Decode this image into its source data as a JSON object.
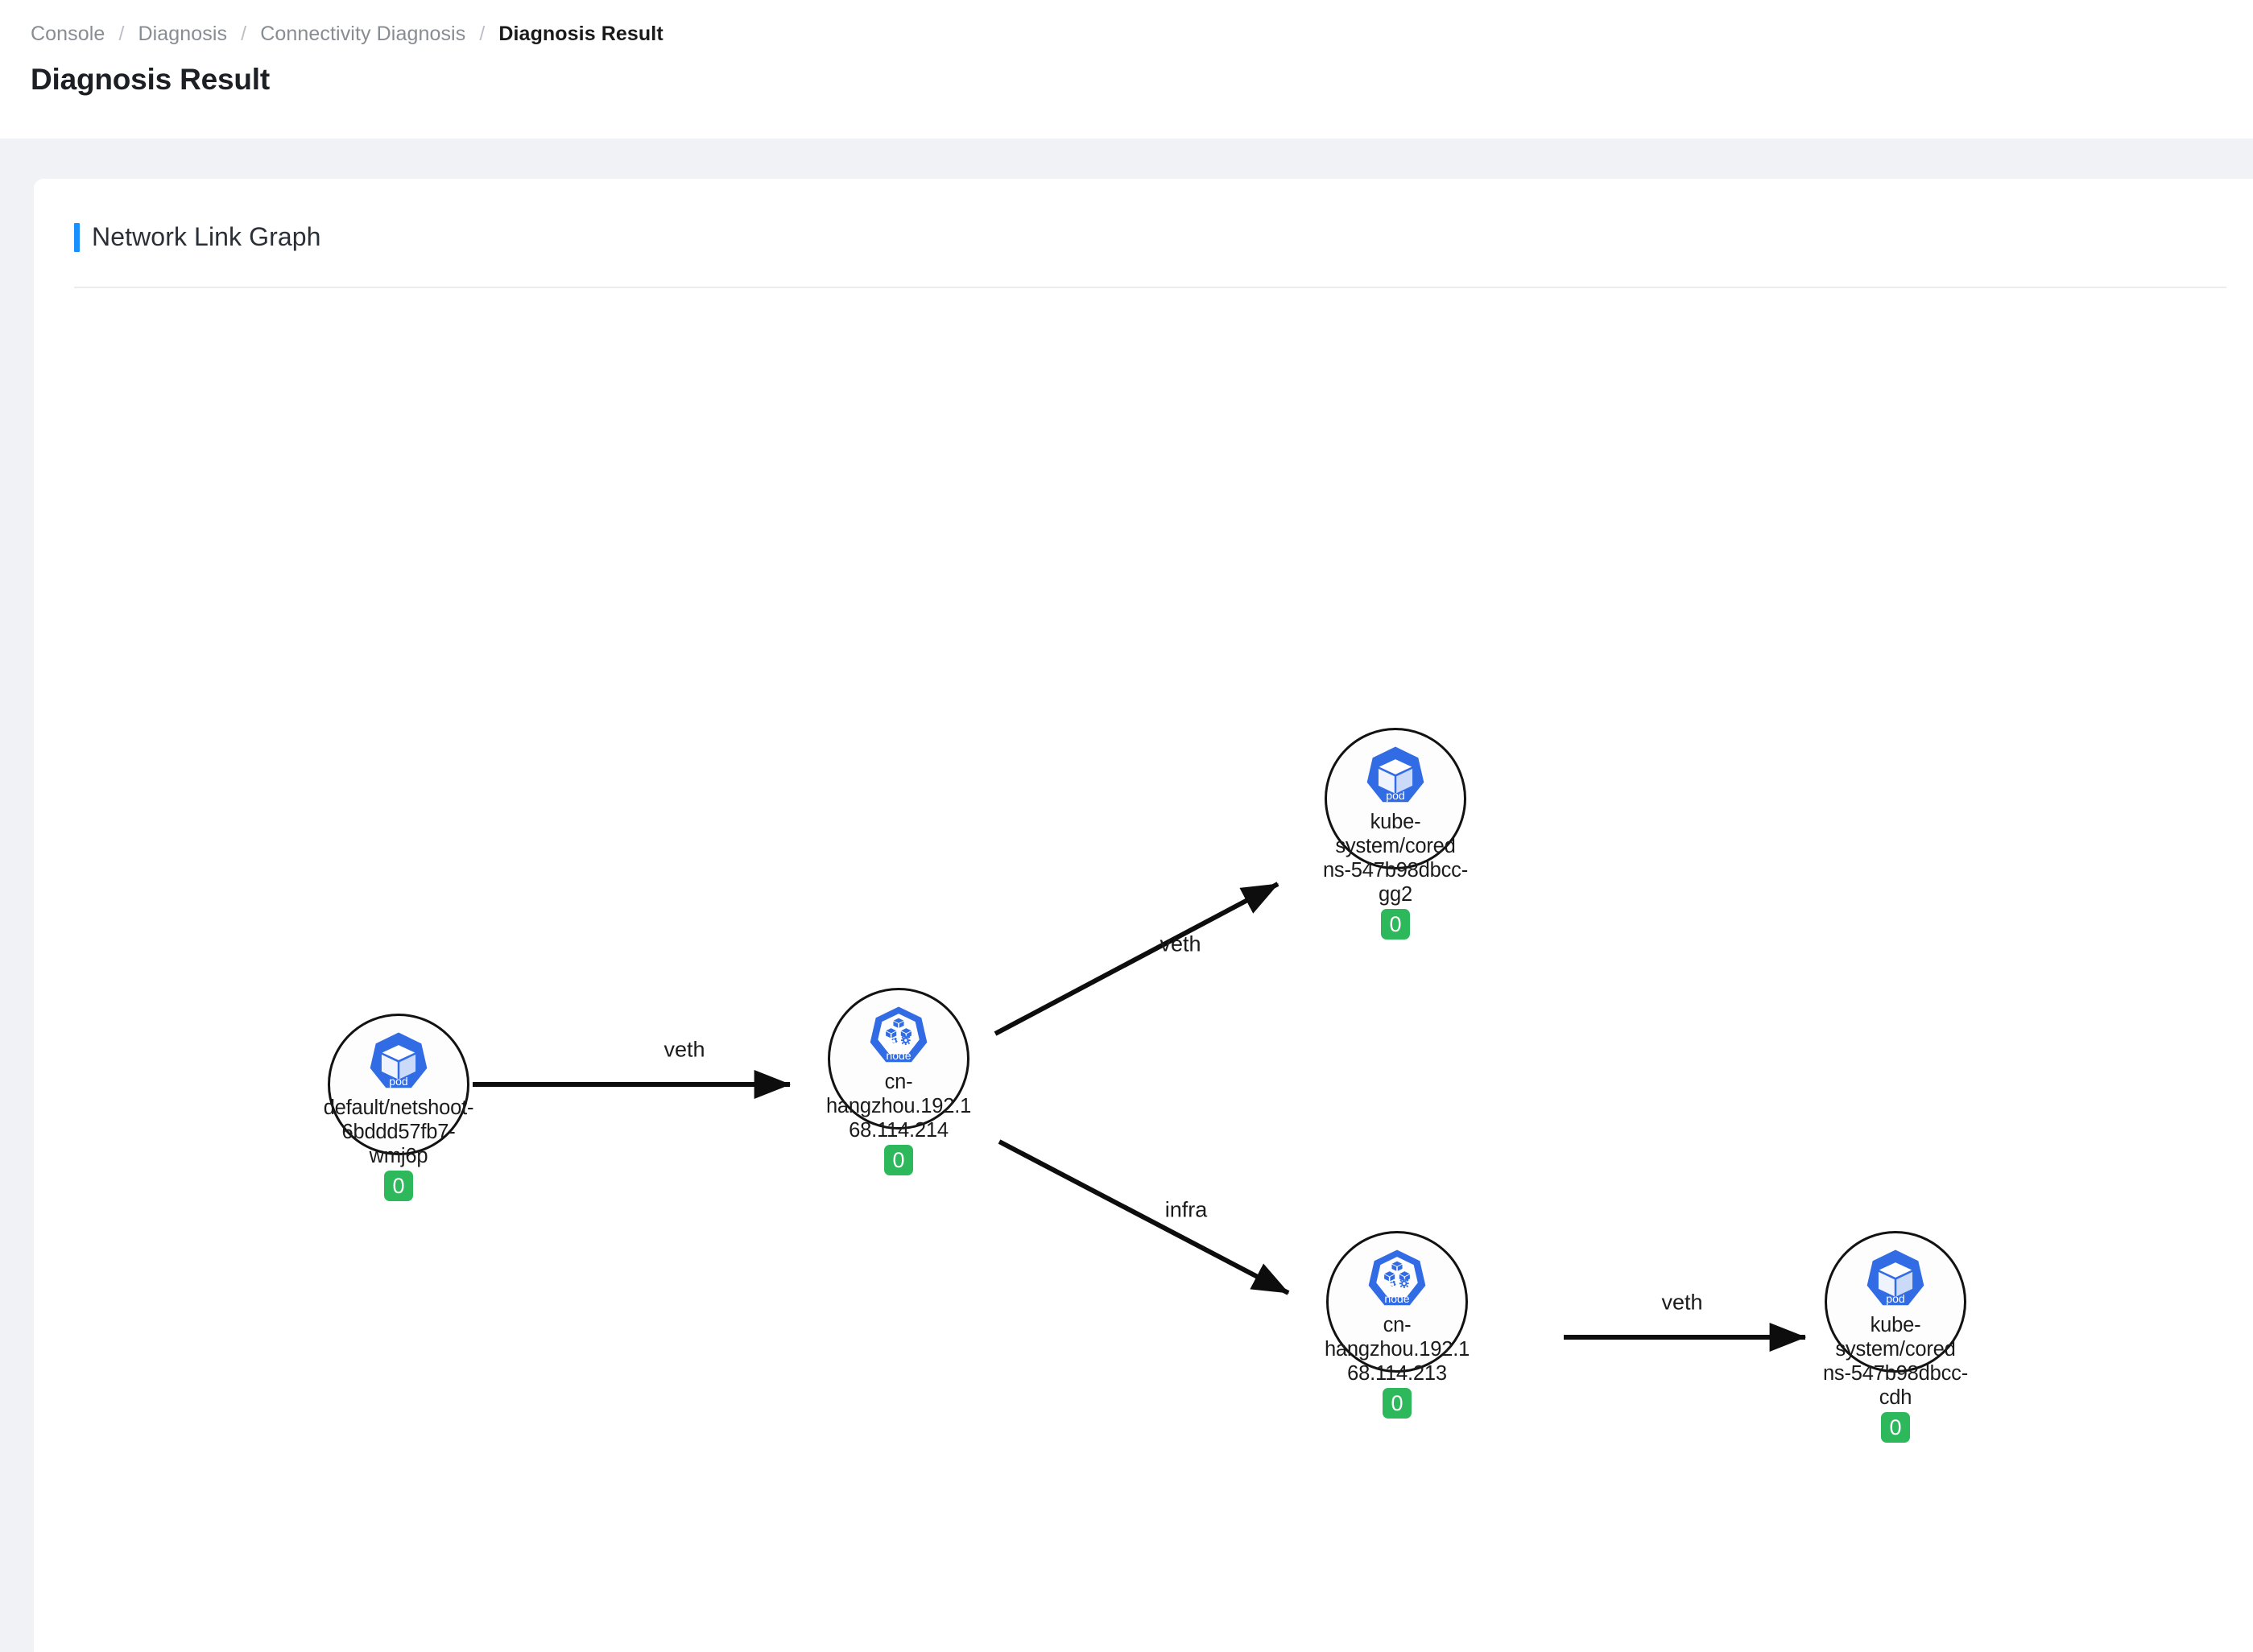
{
  "header": {
    "breadcrumb": [
      {
        "label": "Console",
        "current": false
      },
      {
        "label": "Diagnosis",
        "current": false
      },
      {
        "label": "Connectivity Diagnosis",
        "current": false
      },
      {
        "label": "Diagnosis Result",
        "current": true
      }
    ],
    "separator": "/",
    "title": "Diagnosis Result"
  },
  "card": {
    "section_title": "Network Link Graph",
    "accent_color": "#1890ff"
  },
  "graph": {
    "badge_color": "#2eb85c",
    "k8s_blue": "#326ce5",
    "nodes": [
      {
        "id": "pod-netshoot",
        "icon": "k8s-pod-icon",
        "icon_caption": "pod",
        "label": "default/netshoot-\n6bddd57fb7-wmj6p",
        "badge": "0"
      },
      {
        "id": "node-214",
        "icon": "k8s-node-icon",
        "icon_caption": "node",
        "label": "cn-hangzhou.192.1\n68.114.214",
        "badge": "0"
      },
      {
        "id": "pod-coredns-gg2",
        "icon": "k8s-pod-icon",
        "icon_caption": "pod",
        "label": "kube-system/cored\nns-547b98dbcc-gg2",
        "badge": "0"
      },
      {
        "id": "node-213",
        "icon": "k8s-node-icon",
        "icon_caption": "node",
        "label": "cn-hangzhou.192.1\n68.114.213",
        "badge": "0"
      },
      {
        "id": "pod-coredns-cdh",
        "icon": "k8s-pod-icon",
        "icon_caption": "pod",
        "label": "kube-system/cored\nns-547b98dbcc-cdh",
        "badge": "0"
      }
    ],
    "edges": [
      {
        "from": "pod-netshoot",
        "to": "node-214",
        "label": "veth"
      },
      {
        "from": "node-214",
        "to": "pod-coredns-gg2",
        "label": "veth"
      },
      {
        "from": "node-214",
        "to": "node-213",
        "label": "infra"
      },
      {
        "from": "node-213",
        "to": "pod-coredns-cdh",
        "label": "veth"
      }
    ]
  }
}
